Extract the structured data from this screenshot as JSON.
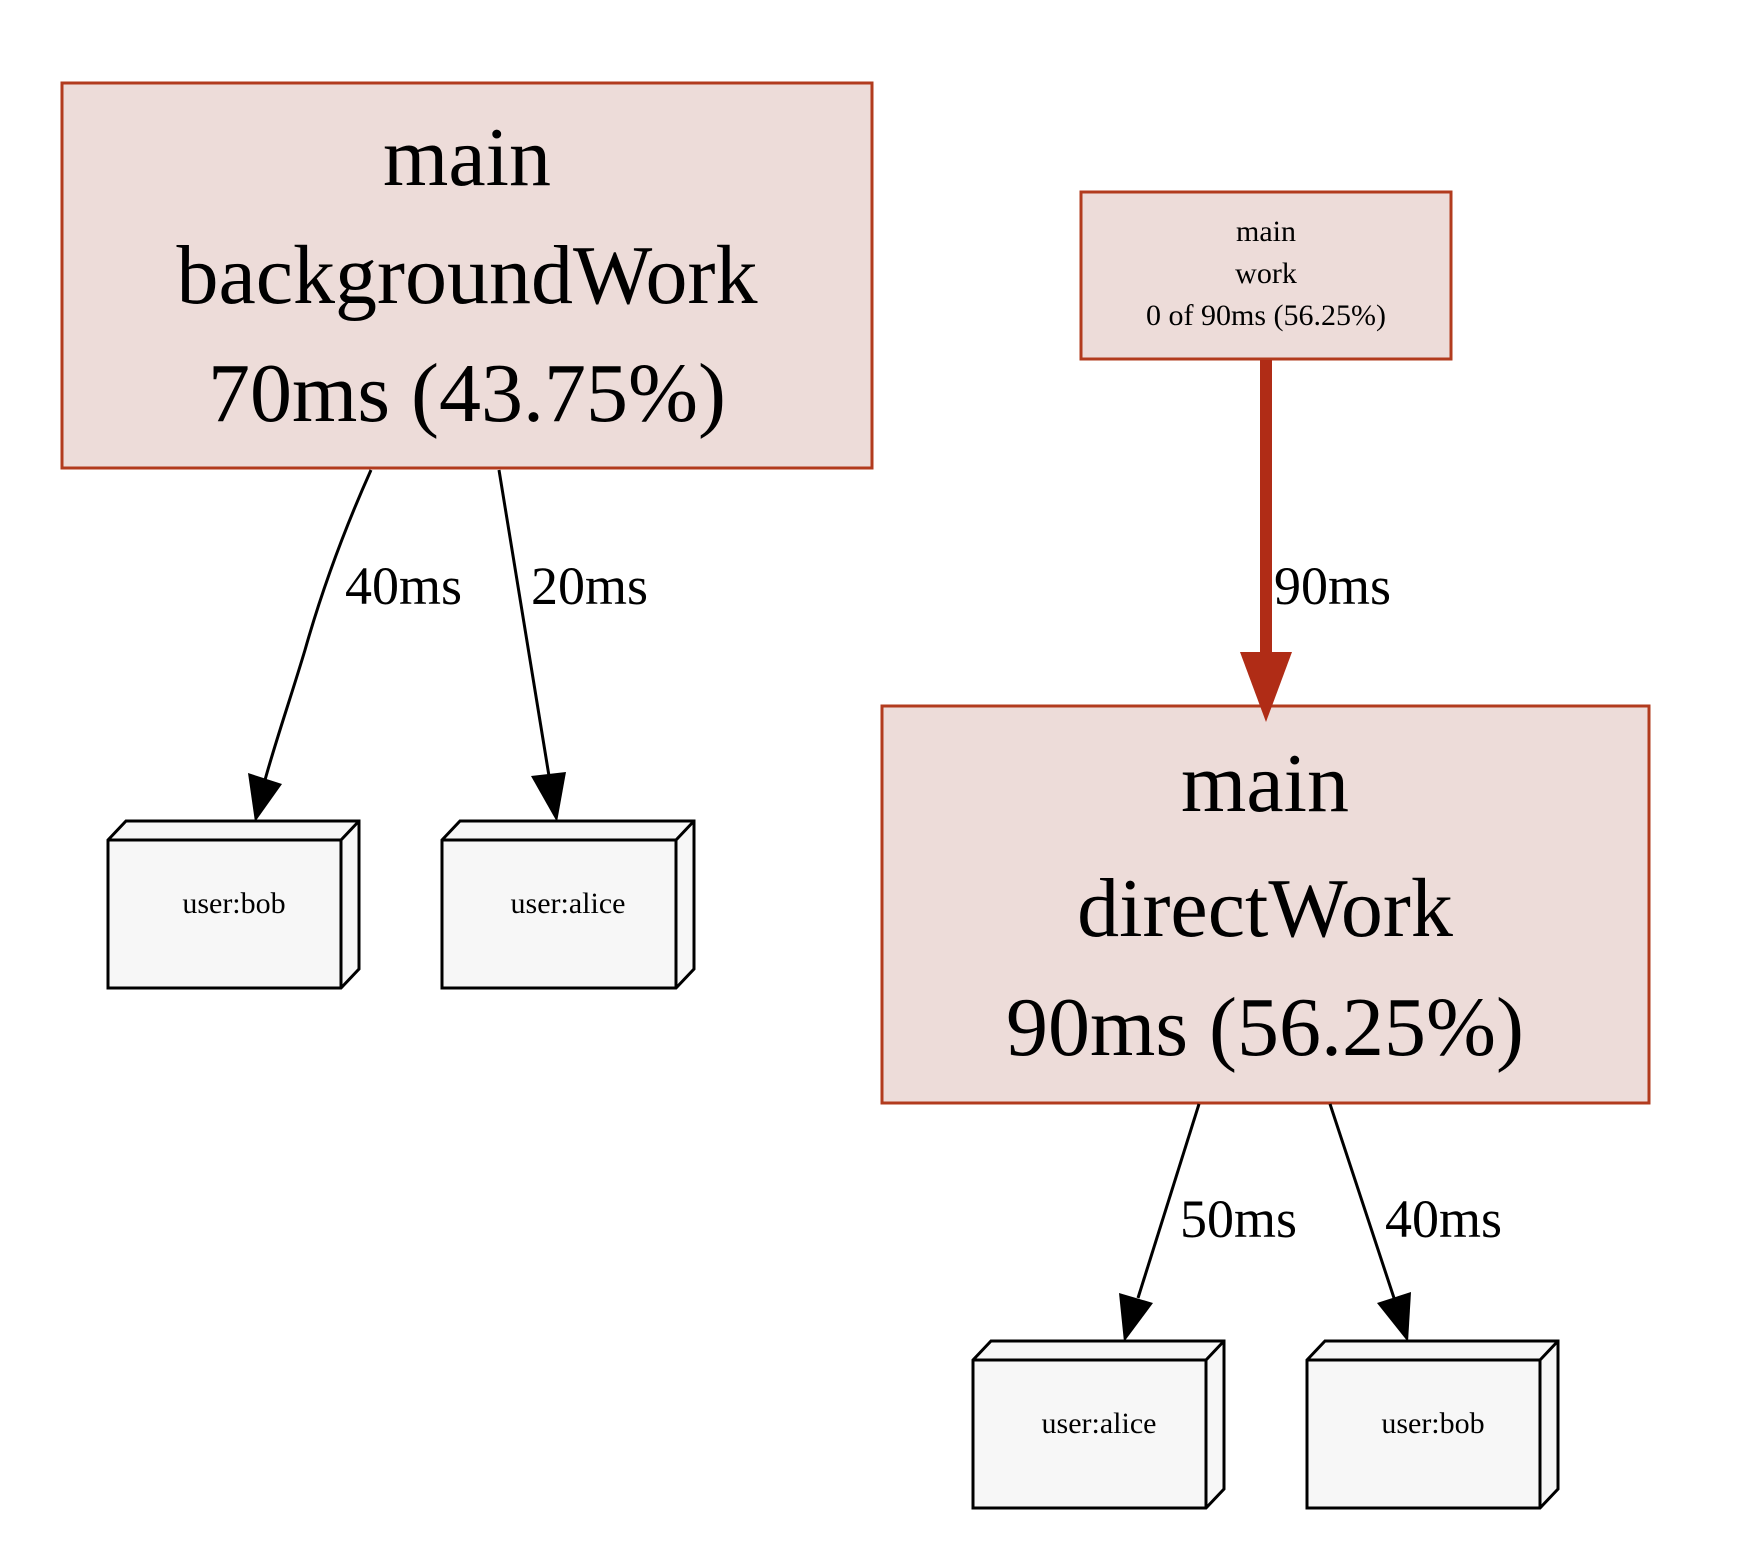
{
  "colors": {
    "background": "#ffffff",
    "func_fill": "#eddcd9",
    "func_stroke": "#b23b1e",
    "heavy_edge": "#b02c16",
    "tag_fill": "#f7f7f7",
    "tag_stroke": "#000000",
    "edge": "#000000"
  },
  "nodes": {
    "background_work": {
      "package": "main",
      "func": "backgroundWork",
      "cost": "70ms (43.75%)"
    },
    "work": {
      "package": "main",
      "func": "work",
      "cost": "0 of 90ms (56.25%)"
    },
    "direct_work": {
      "package": "main",
      "func": "directWork",
      "cost": "90ms (56.25%)"
    },
    "tags": {
      "bg_bob": "user:bob",
      "bg_alice": "user:alice",
      "dw_alice": "user:alice",
      "dw_bob": "user:bob"
    }
  },
  "edges": {
    "bg_to_bob": "40ms",
    "bg_to_alice": "20ms",
    "work_to_direct": "90ms",
    "dw_to_alice": "50ms",
    "dw_to_bob": "40ms"
  }
}
